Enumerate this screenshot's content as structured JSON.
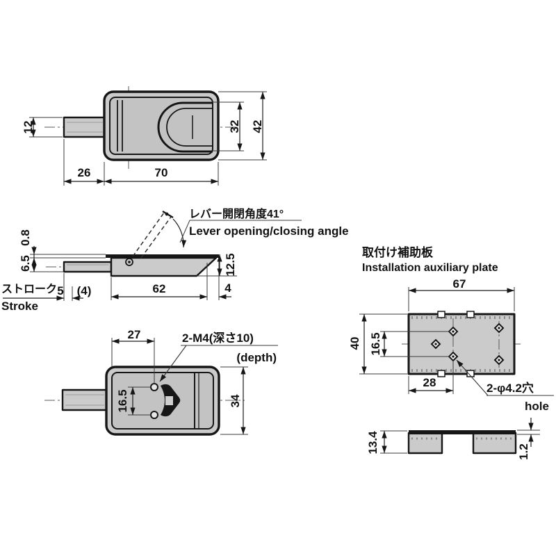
{
  "colors": {
    "line": "#161616",
    "body_fill": "#cbcbcb",
    "background": "#ffffff"
  },
  "top_view": {
    "dim_shaft_dia": "12",
    "dim_shaft_len": "26",
    "dim_body_len": "70",
    "dim_inner_h": "32",
    "dim_body_h": "42"
  },
  "side_view": {
    "angle_label_jp": "レバー開閉角度41°",
    "angle_label_en": "Lever opening/closing angle",
    "stroke_label_jp": "ストローク",
    "stroke_label_en": "Stroke",
    "dim_plate_t": "0.8",
    "dim_height": "6.5",
    "dim_stroke": "5",
    "dim_stroke_alt": "(4)",
    "dim_body_len": "62",
    "dim_tip": "4",
    "dim_side_h": "12.5"
  },
  "bottom_view": {
    "thread_label": "2-M4(深さ10)",
    "depth_label": "(depth)",
    "dim_hole_x": "27",
    "dim_hole_pitch": "16.5",
    "dim_body_h": "34"
  },
  "plate_view": {
    "title_jp": "取付け補助板",
    "title_en": "Installation auxiliary plate",
    "hole_label_jp": "2-φ4.2穴",
    "hole_label_en": "hole",
    "dim_w": "67",
    "dim_h": "40",
    "dim_pitch": "16.5",
    "dim_offset": "28"
  },
  "plate_side_view": {
    "dim_h": "13.4",
    "dim_t": "1.2"
  }
}
